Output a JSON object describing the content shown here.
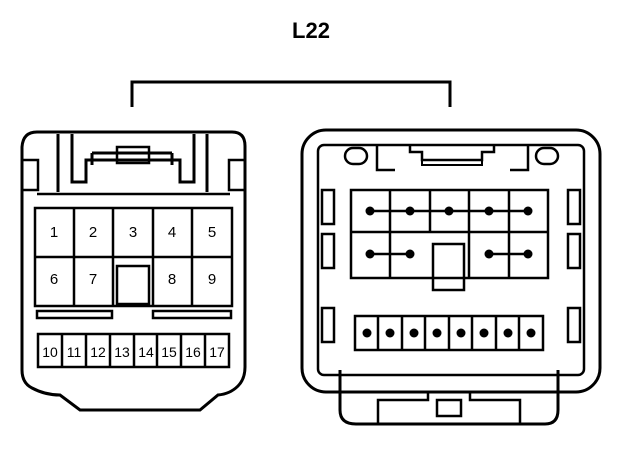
{
  "diagram": {
    "title": "L22",
    "left_connector": {
      "row1_pins": [
        "1",
        "2",
        "3",
        "4",
        "5"
      ],
      "row2_pins": [
        "6",
        "7",
        "8",
        "9"
      ],
      "bottom_pins": [
        "10",
        "11",
        "12",
        "13",
        "14",
        "15",
        "16",
        "17"
      ]
    },
    "right_connector": {
      "bridged_pairs": 4,
      "bottom_row_pin_count": 8
    },
    "colors": {
      "line": "#000000",
      "background": "#ffffff"
    }
  }
}
